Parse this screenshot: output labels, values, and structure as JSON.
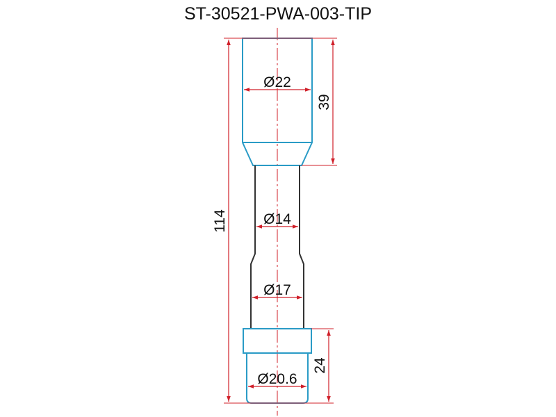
{
  "title": "ST-30521-PWA-003-TIP",
  "dimensions": {
    "overall_length": "114",
    "top_length": "39",
    "bottom_length": "24",
    "top_diameter": "Ø22",
    "shaft_diameter": "Ø14",
    "lower_shaft_diameter": "Ø17",
    "bottom_diameter": "Ø20.6"
  },
  "colors": {
    "outline_blue": "#2a9bc6",
    "outline_dark": "#333333",
    "dimension_red": "#d0202a"
  }
}
